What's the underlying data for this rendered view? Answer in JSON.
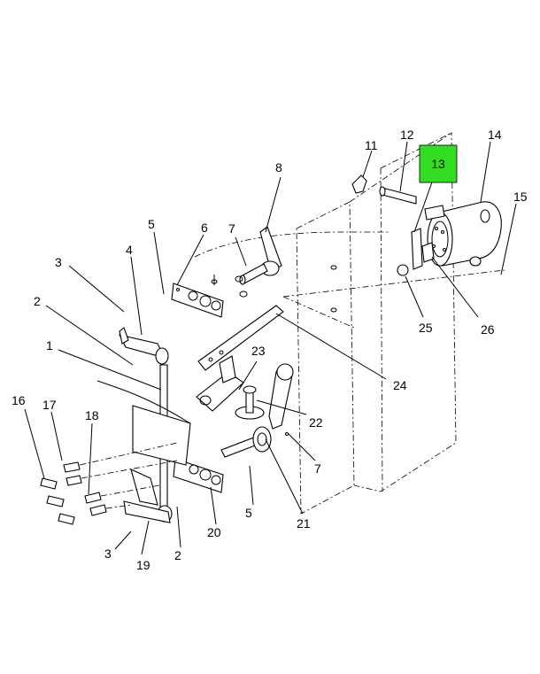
{
  "callouts": {
    "c1": "1",
    "c2a": "2",
    "c2b": "2",
    "c3a": "3",
    "c3b": "3",
    "c4": "4",
    "c5a": "5",
    "c5b": "5",
    "c6": "6",
    "c7a": "7",
    "c7b": "7",
    "c8": "8",
    "c11": "11",
    "c12": "12",
    "c13": "13",
    "c14": "14",
    "c15": "15",
    "c16": "16",
    "c17": "17",
    "c18": "18",
    "c19": "19",
    "c20": "20",
    "c21": "21",
    "c22": "22",
    "c23": "23",
    "c24": "24",
    "c25": "25",
    "c26": "26"
  },
  "highlight": {
    "label": "13",
    "color": "#33dd22"
  },
  "colors": {
    "line": "#000000",
    "background": "#ffffff"
  }
}
